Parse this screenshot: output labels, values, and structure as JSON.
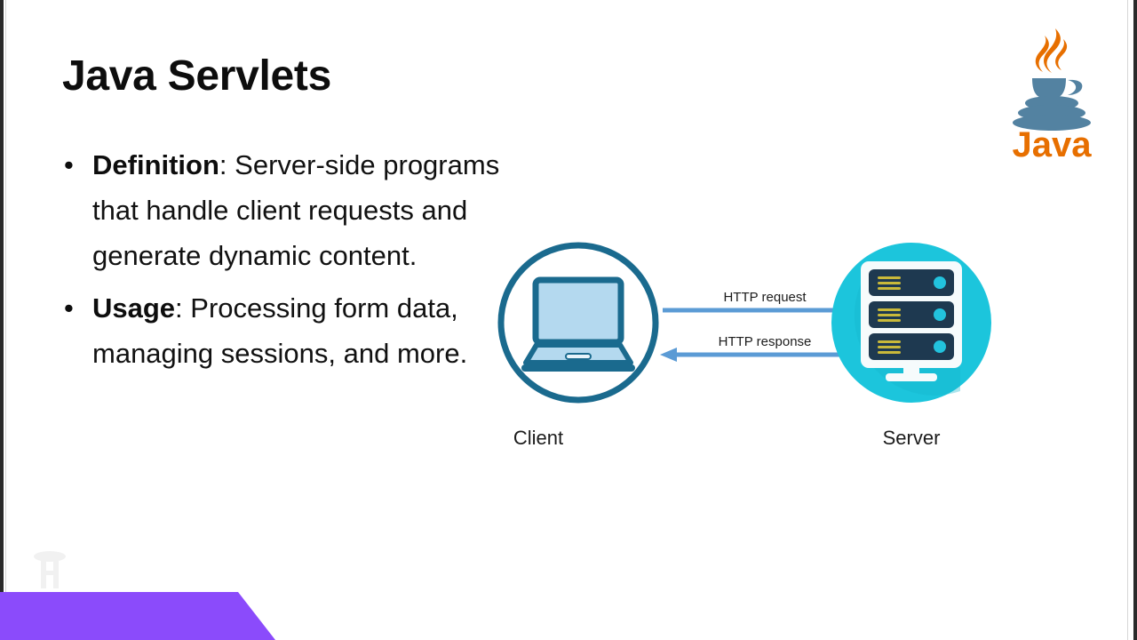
{
  "slide": {
    "title": "Java Servlets",
    "bullets": [
      {
        "marker": "•",
        "lead": "Definition",
        "rest": ": Server-side programs that handle client requests and generate dynamic content."
      },
      {
        "marker": "•",
        "lead": "Usage",
        "rest": ": Processing form data, managing sessions, and more."
      }
    ]
  },
  "diagram": {
    "client": {
      "caption": "Client",
      "icon": "laptop-icon"
    },
    "server": {
      "caption": "Server",
      "icon": "server-rack-icon"
    },
    "arrows": [
      {
        "label": "HTTP request",
        "direction": "right",
        "icon": "arrow-right-icon"
      },
      {
        "label": "HTTP response",
        "direction": "left",
        "icon": "arrow-left-icon"
      }
    ]
  },
  "branding": {
    "java_logo": {
      "wordmark": "Java",
      "icon": "java-coffee-cup-icon"
    },
    "watermark": {
      "icon": "faint-h-watermark-icon"
    },
    "banner": {
      "icon": "purple-parallelogram-shape"
    }
  },
  "colors": {
    "title_text": "#0d0d0d",
    "body_text": "#111111",
    "client_circle_stroke": "#1a6a8e",
    "client_screen_fill": "#b4d9ef",
    "server_circle_fill": "#1cc5dc",
    "server_rack_fill": "#1e3950",
    "server_rack_line": "#c9b93a",
    "server_rack_dot": "#22c2dd",
    "arrow_blue": "#5b9bd5",
    "java_orange": "#e76f00",
    "java_blue": "#5382a1",
    "banner_purple": "#8b4bfb",
    "background": "#ffffff"
  }
}
